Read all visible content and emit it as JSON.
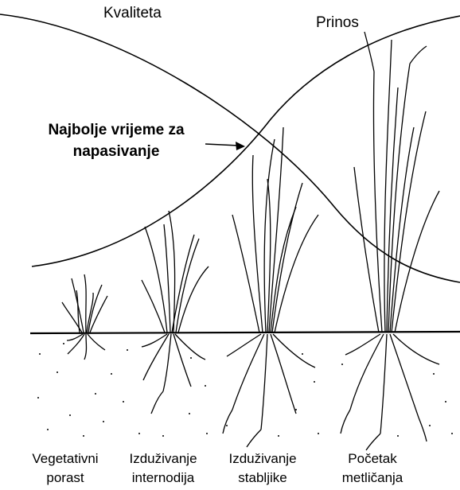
{
  "curves": {
    "quality_label": "Kvaliteta",
    "yield_label": "Prinos"
  },
  "callout": {
    "line1": "Najbolje vrijeme za",
    "line2": "napasivanje"
  },
  "stages": [
    {
      "line1": "Vegetativni",
      "line2": "porast"
    },
    {
      "line1": "Izduživanje",
      "line2": "internodija"
    },
    {
      "line1": "Izduživanje",
      "line2": "stabljike"
    },
    {
      "line1": "Početak",
      "line2": "metličanja"
    }
  ],
  "colors": {
    "ink": "#000000",
    "background": "#ffffff"
  }
}
